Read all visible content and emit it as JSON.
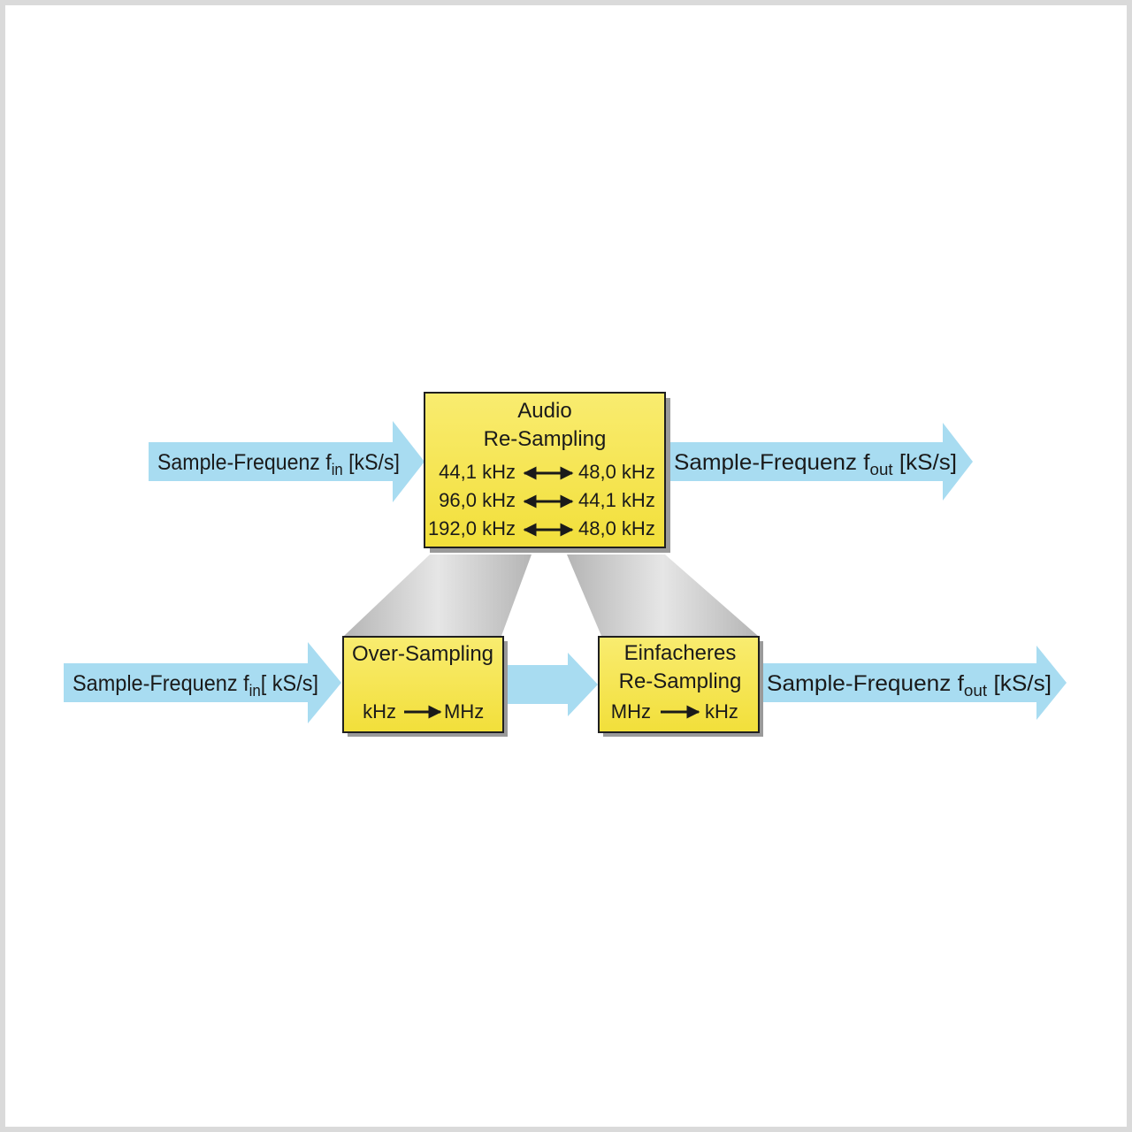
{
  "colors": {
    "arrow": "#a8dcf1",
    "box_fill": "#f5e54a",
    "box_border": "#1f1f1f",
    "box_shadow": "#9a9a9a",
    "funnel": "#c8c8c8",
    "text": "#1a1a1a",
    "frame_border": "#dadada"
  },
  "top": {
    "input_arrow": {
      "label": "Sample-Frequenz f",
      "sub": "in",
      "unit": " [kS/s]"
    },
    "box": {
      "title_line1": "Audio",
      "title_line2": "Re-Sampling",
      "rows": [
        {
          "left": "44,1 kHz",
          "right": "48,0 kHz"
        },
        {
          "left": "96,0 kHz",
          "right": "44,1 kHz"
        },
        {
          "left": "192,0 kHz",
          "right": "48,0 kHz"
        }
      ]
    },
    "output_arrow": {
      "label": "Sample-Frequenz f",
      "sub": "out",
      "unit": " [kS/s]"
    }
  },
  "bottom": {
    "input_arrow": {
      "label": "Sample-Frequenz f",
      "sub": "in",
      "unit": "[ kS/s]"
    },
    "box1": {
      "title": "Over-Sampling",
      "left": "kHz",
      "right": "MHz"
    },
    "box2": {
      "title_line1": "Einfacheres",
      "title_line2": "Re-Sampling",
      "left": "MHz",
      "right": "kHz"
    },
    "output_arrow": {
      "label": "Sample-Frequenz f",
      "sub": "out",
      "unit": " [kS/s]"
    }
  }
}
